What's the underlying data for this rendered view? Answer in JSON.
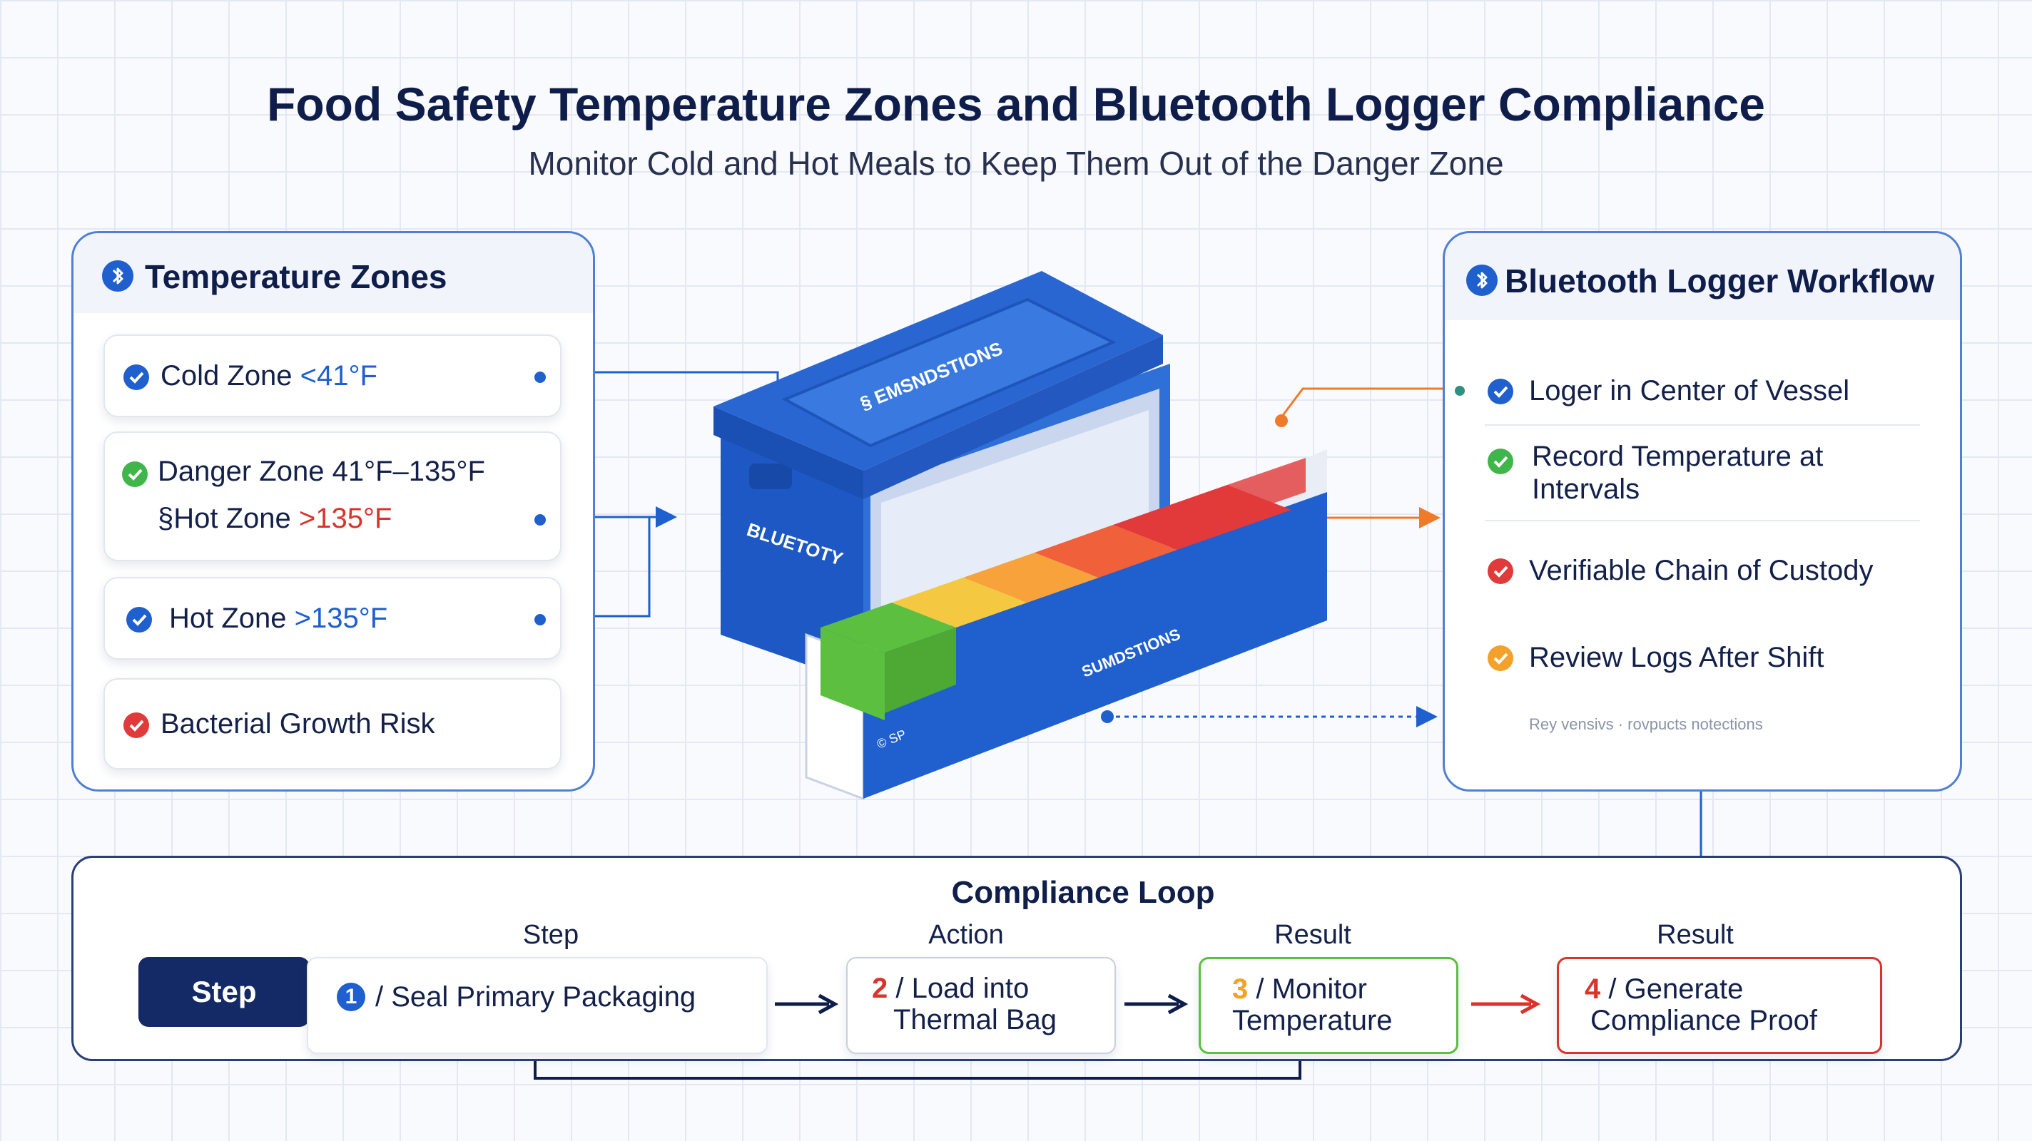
{
  "title": "Food Safety Temperature Zones and Bluetooth Logger Compliance",
  "subtitle": "Monitor Cold and Hot Meals to Keep Them Out of the Danger Zone",
  "temperature_zones": {
    "title": "Temperature Zones",
    "cold": {
      "label": "Cold Zone ",
      "value": "<41°F"
    },
    "danger": {
      "line1": "Danger Zone 41°F–135°F",
      "line2_prefix": "§Hot Zone ",
      "line2_value": ">135°F"
    },
    "hot": {
      "label": "Hot Zone ",
      "value": ">135°F"
    },
    "risk": {
      "label": "Bacterial Growth Risk"
    }
  },
  "illustration": {
    "lid_label": "§ EMSNDSTIONS",
    "side_label": "BLUETOTY",
    "tray_label": "SUMDSTIONS",
    "tray_small_label": "© SP",
    "heat_colors": [
      "#5cbf3f",
      "#f5c842",
      "#f7a23a",
      "#f0603a",
      "#e23a3a"
    ]
  },
  "workflow": {
    "title": "Bluetooth Logger Workflow",
    "items": [
      {
        "label": "Loger in Center of Vessel",
        "status": "blue"
      },
      {
        "label": "Record Temperature at Intervals",
        "status": "green"
      },
      {
        "label": "Verifiable Chain of Custody",
        "status": "red"
      },
      {
        "label": "Review Logs After Shift",
        "status": "orange"
      }
    ],
    "footnote": "Rey vensivs · rovpucts notections"
  },
  "compliance": {
    "title": "Compliance Loop",
    "col_step": "Step",
    "col_action": "Action",
    "col_result1": "Result",
    "col_result2": "Result",
    "step_badge": "Step",
    "steps": [
      {
        "num": "1",
        "text": "/ Seal Primary Packaging"
      },
      {
        "num": "2",
        "text1": "/ Load into",
        "text2": "Thermal Bag"
      },
      {
        "num": "3",
        "text1": "/ Monitor",
        "text2": "Temperature"
      },
      {
        "num": "4",
        "text1": "/ Generate",
        "text2": "Compliance Proof"
      }
    ]
  },
  "colors": {
    "navy": "#0f1d4b",
    "blue": "#1f5fce",
    "green": "#3fb54a",
    "red": "#e03a3a",
    "orange": "#f2a12a",
    "hot_red": "#d9342b"
  }
}
